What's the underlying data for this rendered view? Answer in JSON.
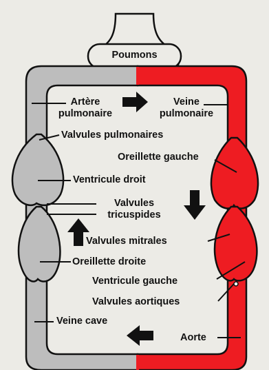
{
  "diagram": {
    "labels": {
      "poumons": "Poumons",
      "artere_pulmonaire": "Artère\npulmonaire",
      "veine_pulmonaire": "Veine\npulmonaire",
      "valvules_pulmonaires": "Valvules pulmonaires",
      "oreillette_gauche": "Oreillette gauche",
      "ventricule_droit": "Ventricule droit",
      "valvules_tricuspides": "Valvules\ntricuspides",
      "valvules_mitrales": "Valvules mitrales",
      "oreillette_droite": "Oreillette droite",
      "ventricule_gauche": "Ventricule gauche",
      "valvules_aortiques": "Valvules aortiques",
      "veine_cave": "Veine cave",
      "aorte": "Aorte"
    },
    "colors": {
      "background": "#ecebe6",
      "deoxygenated": "#bdbdbd",
      "oxygenated": "#ee1c22",
      "outline": "#111111"
    }
  }
}
